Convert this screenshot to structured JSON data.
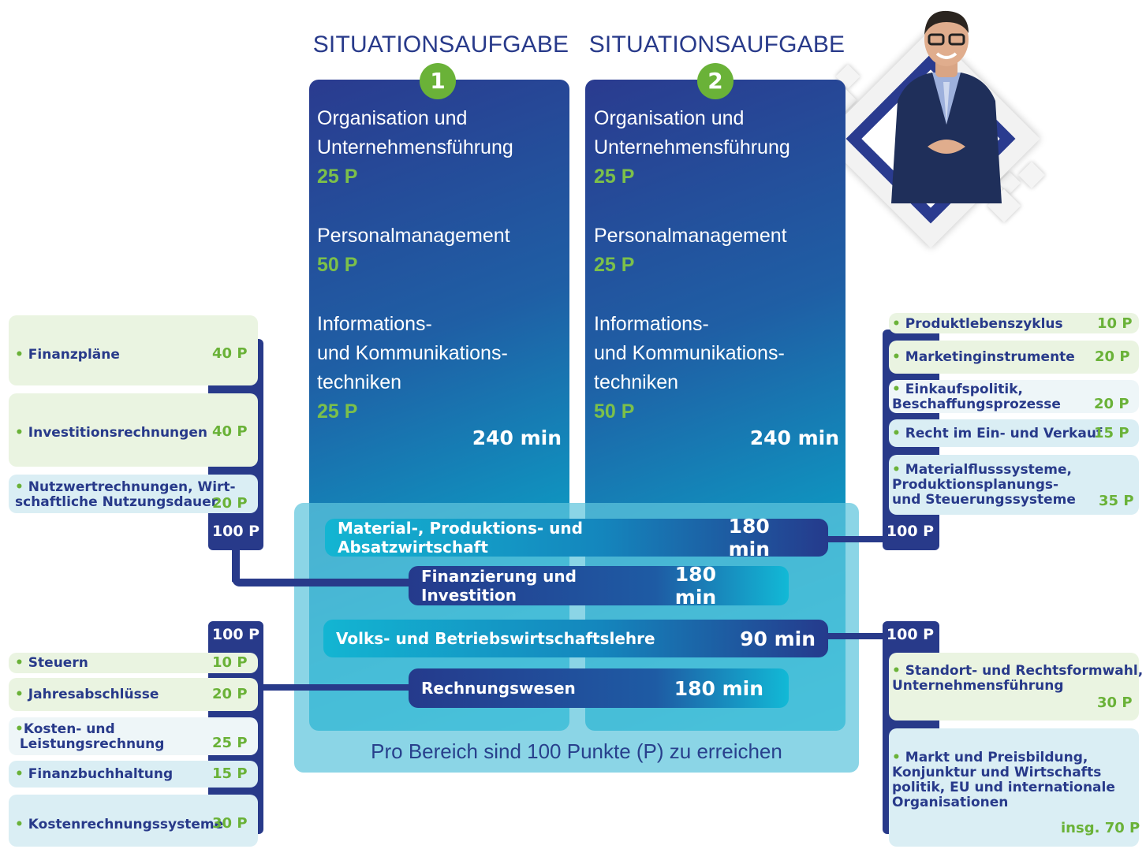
{
  "situations": [
    {
      "title": "SITUATIONSAUFGABE",
      "number": "1",
      "subjects": [
        {
          "name": "Organisation und\nUnternehmensführung",
          "points": "25 P"
        },
        {
          "name": "Personalmanagement",
          "points": "50 P"
        },
        {
          "name": "Informations-\nund Kommunikations-\ntechniken",
          "points": "25 P"
        }
      ],
      "time": "240 min"
    },
    {
      "title": "SITUATIONSAUFGABE",
      "number": "2",
      "subjects": [
        {
          "name": "Organisation und\nUnternehmensführung",
          "points": "25 P"
        },
        {
          "name": "Personalmanagement",
          "points": "25 P"
        },
        {
          "name": "Informations-\nund Kommunikations-\ntechniken",
          "points": "50 P"
        }
      ],
      "time": "240 min"
    }
  ],
  "bands": [
    {
      "title": "Material-, Produktions- und Absatzwirtschaft",
      "time": "180 min"
    },
    {
      "title": "Finanzierung und Investition",
      "time": "180 min"
    },
    {
      "title": "Volks- und Betriebswirtschaftslehre",
      "time": "90 min"
    },
    {
      "title": "Rechnungswesen",
      "time": "180 min"
    }
  ],
  "footer": "Pro Bereich sind 100 Punkte (P) zu erreichen",
  "groups": {
    "left_top": {
      "total": "100 P",
      "items": [
        {
          "text": "Finanzpläne",
          "points": "40 P"
        },
        {
          "text": "Investitionsrechnungen",
          "points": "40 P"
        },
        {
          "text": "Nutzwertrechnungen, Wirt-\nschaftliche Nutzungsdauer",
          "points": "20 P"
        }
      ]
    },
    "left_bottom": {
      "total": "100 P",
      "items": [
        {
          "text": "Steuern",
          "points": "10 P"
        },
        {
          "text": "Jahresabschlüsse",
          "points": "20 P"
        },
        {
          "text": "Kosten- und\n Leistungsrechnung",
          "points": "25 P"
        },
        {
          "text": "Finanzbuchhaltung",
          "points": "15 P"
        },
        {
          "text": "Kostenrechnungssysteme",
          "points": "30 P"
        }
      ]
    },
    "right_top": {
      "total": "100 P",
      "items": [
        {
          "text": "Produktlebenszyklus",
          "points": "10 P"
        },
        {
          "text": "Marketinginstrumente",
          "points": "20 P"
        },
        {
          "text": "Einkaufspolitik,\nBeschaffungsprozesse",
          "points": "20 P"
        },
        {
          "text": "Recht im Ein- und Verkauf",
          "points": "15 P"
        },
        {
          "text": "Materialflusssysteme,\nProduktionsplanungs-\nund Steuerungssysteme",
          "points": "35 P"
        }
      ]
    },
    "right_bottom": {
      "total": "100 P",
      "items": [
        {
          "text": "Standort- und Rechtsformwahl,\nUnternehmensführung",
          "points": "30 P"
        },
        {
          "text": "Markt und Preisbildung,\nKonjunktur und Wirtschafts\npolitik, EU und internationale\nOrganisationen",
          "points": "insg. 70 P"
        }
      ]
    }
  }
}
